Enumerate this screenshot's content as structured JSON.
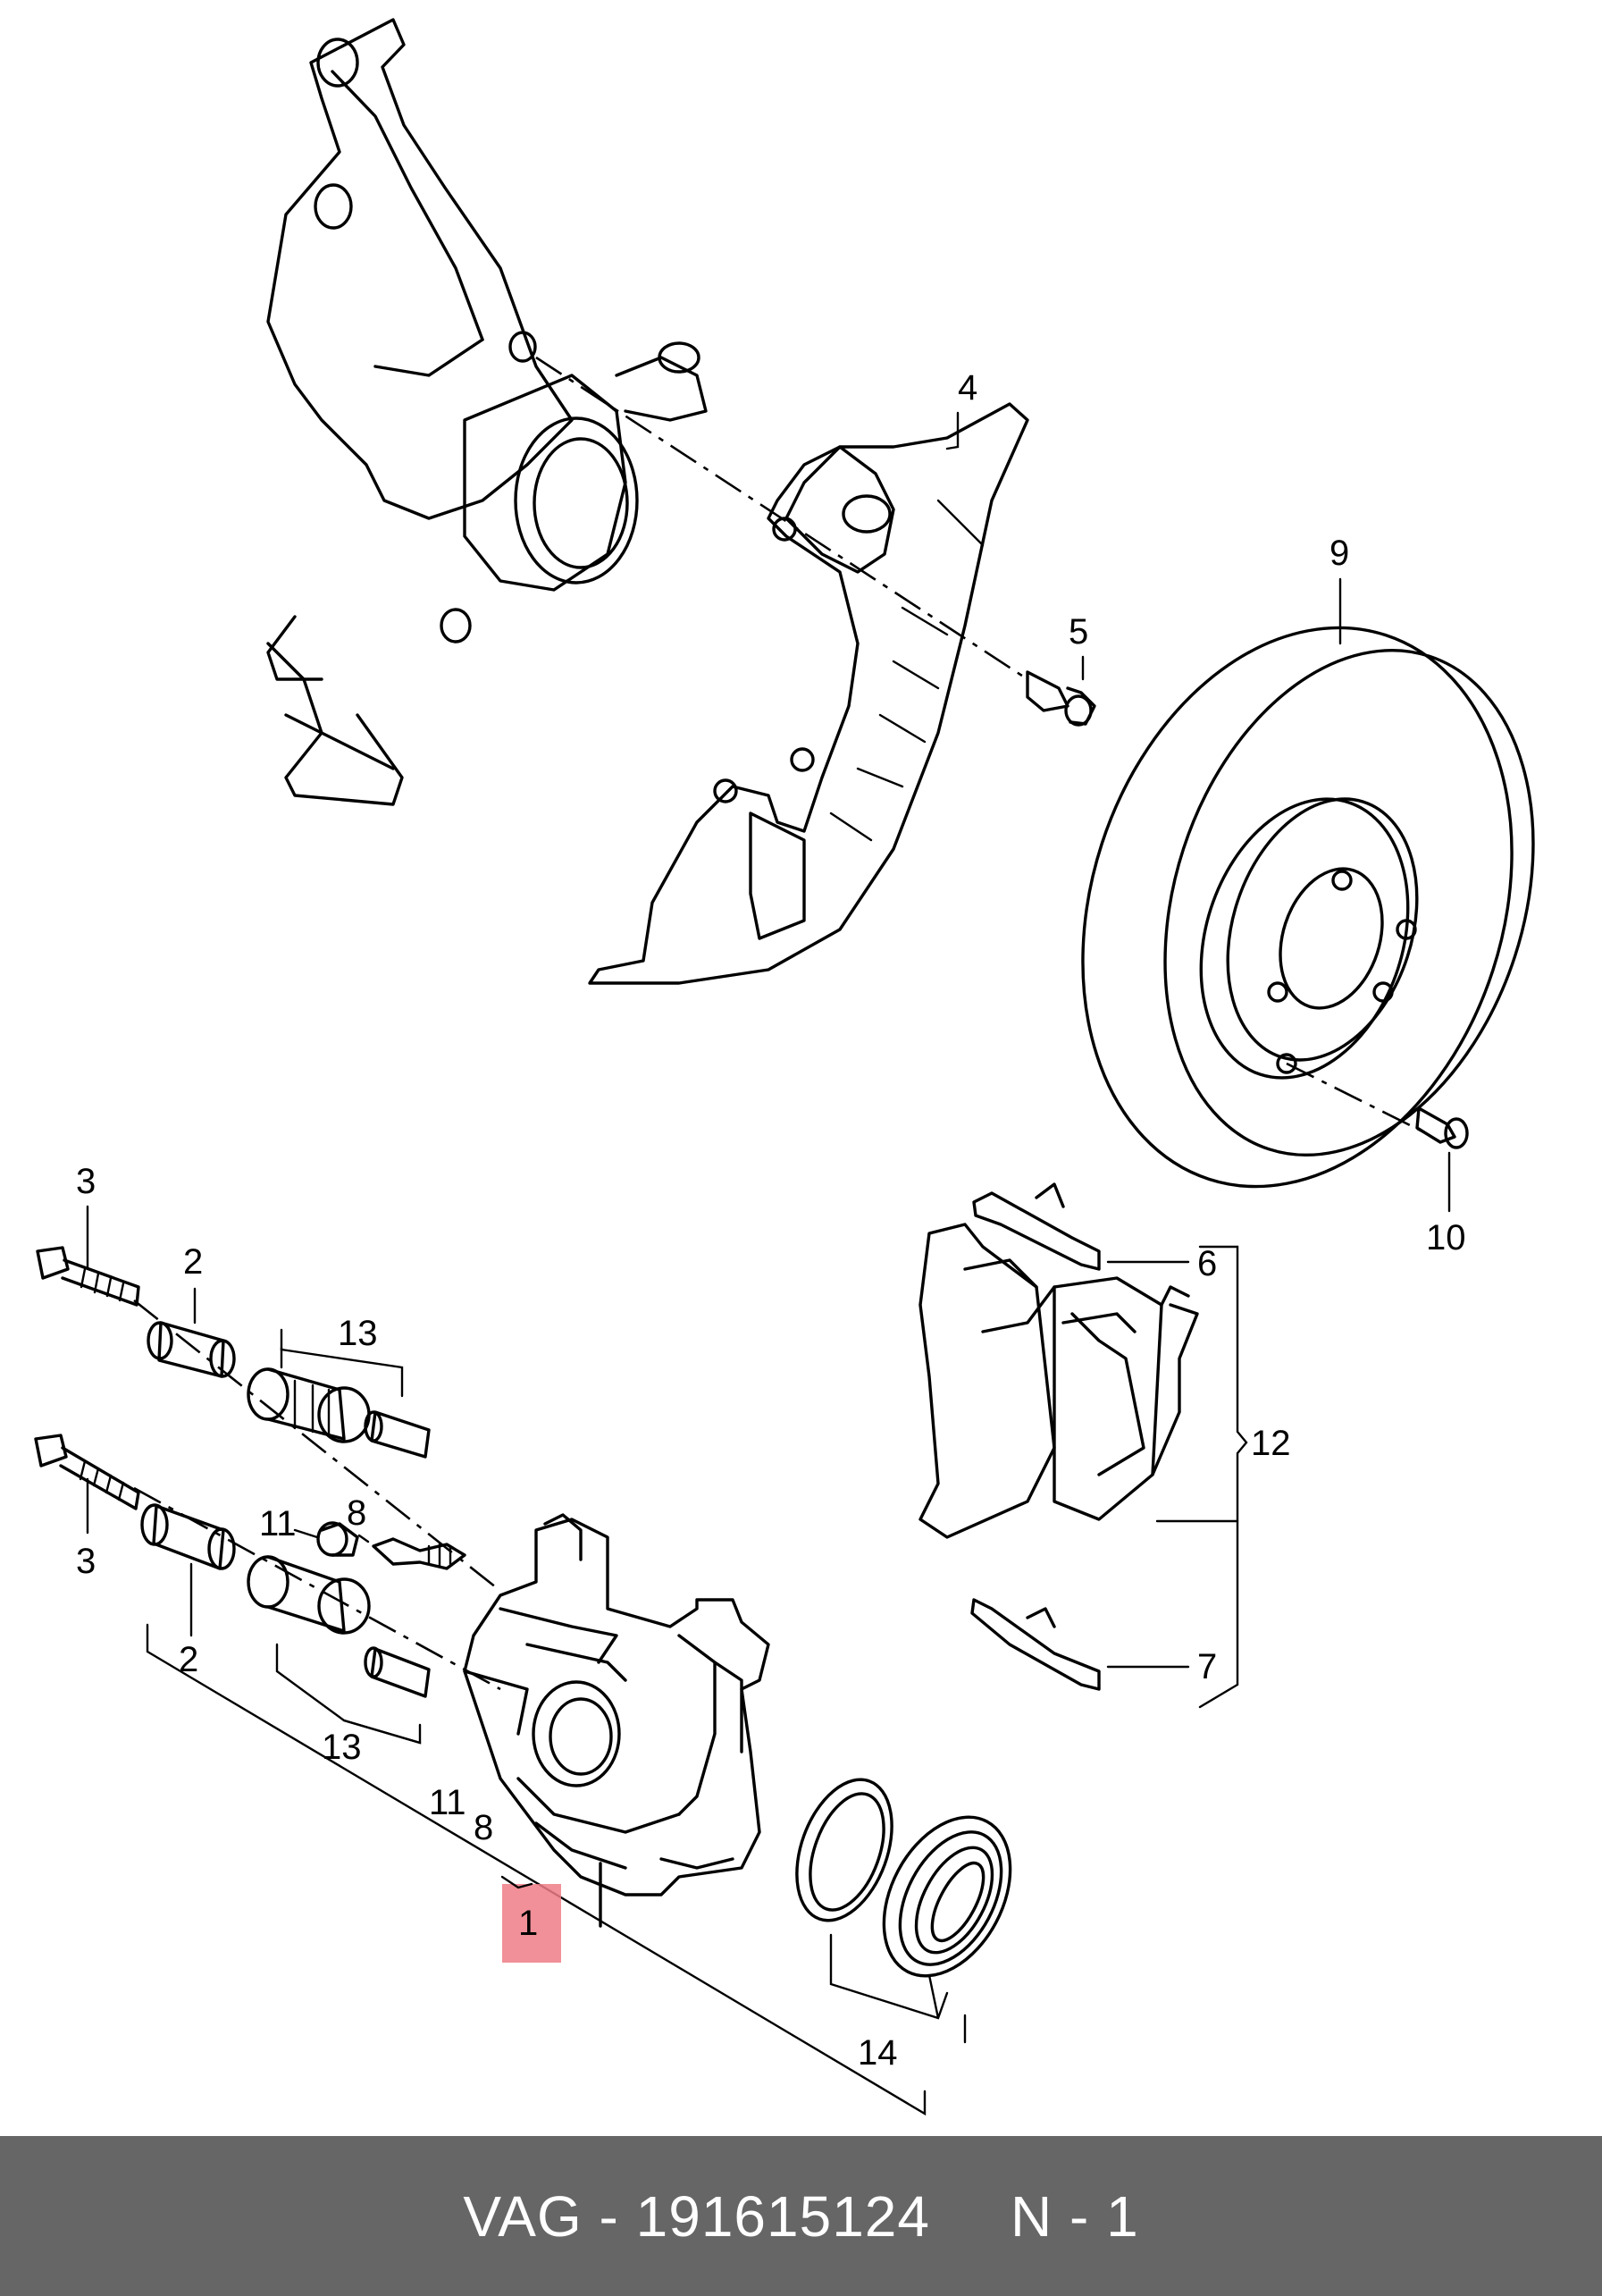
{
  "callouts": [
    "1",
    "2",
    "2",
    "3",
    "3",
    "4",
    "5",
    "6",
    "7",
    "8",
    "8",
    "9",
    "10",
    "11",
    "11",
    "12",
    "13",
    "13",
    "14"
  ],
  "highlight": {
    "part": "1",
    "color": "#ee7d86"
  },
  "footer": {
    "brand_part": "VAG - 191615124",
    "position": "N - 1",
    "background": "#666666"
  }
}
